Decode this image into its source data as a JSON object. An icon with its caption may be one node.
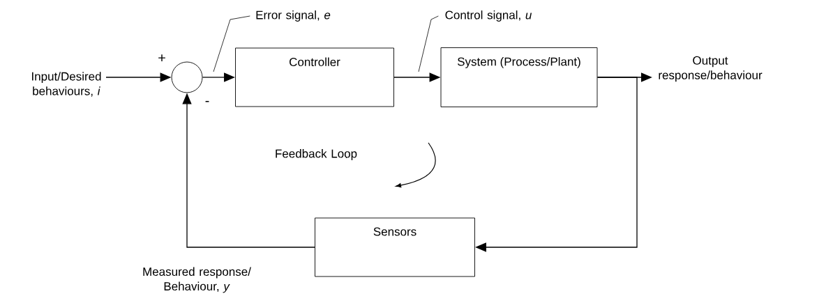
{
  "diagram": {
    "nodes": [
      {
        "text": [
          "Input/Desired behaviours, *i*"
        ]
      },
      {
        "text": [],
        "shape": "circle"
      },
      {
        "text": [
          "Controller"
        ]
      },
      {
        "text": [
          "System (Process/Plant)"
        ]
      },
      {
        "text": [
          "Output response/behaviour"
        ]
      },
      {
        "text": [
          "Sensors"
        ]
      },
      {
        "text": [
          "Error signal, *e*"
        ]
      },
      {
        "text": [
          "Control signal, *u*"
        ]
      }
    ],
    "edges": [
      {
        "from": 0,
        "to": 1,
        "arrow": "to"
      },
      {
        "from": 1,
        "to": 2,
        "arrow": "to"
      },
      {
        "from": 2,
        "to": 3,
        "arrow": "to"
      },
      {
        "from": 3,
        "to": 4,
        "arrow": "to"
      },
      {
        "from": 3,
        "to": 5,
        "arrow": "to"
      },
      {
        "from": 5,
        "to": 1,
        "arrow": "to"
      },
      {
        "from": 6,
        "to": null,
        "arrow": "none"
      },
      {
        "from": 7,
        "to": null,
        "arrow": "none"
      }
    ],
    "labels": [
      "+",
      "-",
      "Feedback Loop",
      "Measured response/ Behaviour, *y*"
    ]
  }
}
